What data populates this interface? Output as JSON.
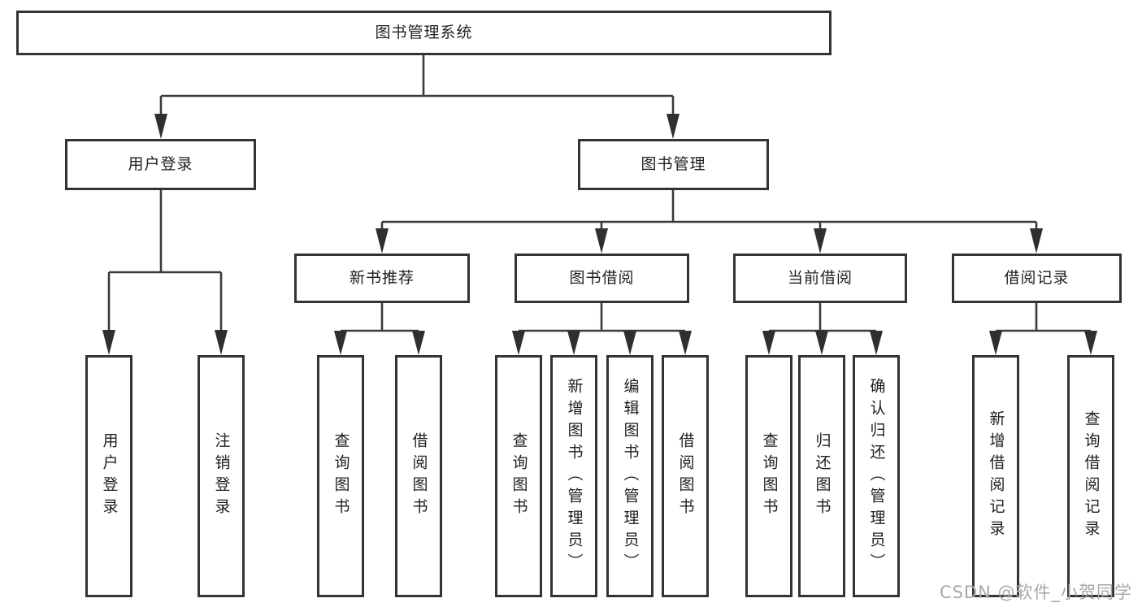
{
  "tree": {
    "label": "图书管理系统",
    "children": [
      {
        "label": "用户登录",
        "children": [
          {
            "label": "用户登录"
          },
          {
            "label": "注销登录"
          }
        ]
      },
      {
        "label": "图书管理",
        "children": [
          {
            "label": "新书推荐",
            "children": [
              {
                "label": "查询图书"
              },
              {
                "label": "借阅图书"
              }
            ]
          },
          {
            "label": "图书借阅",
            "children": [
              {
                "label": "查询图书"
              },
              {
                "label": "新增图书（管理员）"
              },
              {
                "label": "编辑图书（管理员）"
              },
              {
                "label": "借阅图书"
              }
            ]
          },
          {
            "label": "当前借阅",
            "children": [
              {
                "label": "查询图书"
              },
              {
                "label": "归还图书"
              },
              {
                "label": "确认归还（管理员）"
              }
            ]
          },
          {
            "label": "借阅记录",
            "children": [
              {
                "label": "新增借阅记录"
              },
              {
                "label": "查询借阅记录"
              }
            ]
          }
        ]
      }
    ]
  },
  "watermark": {
    "text": "CSDN @软件_小贺同学"
  },
  "colors": {
    "line": "#3b3b3b",
    "box_border": "#333333",
    "text": "#1f1f1f",
    "watermark": "#a8a8a8",
    "background": "#ffffff"
  }
}
